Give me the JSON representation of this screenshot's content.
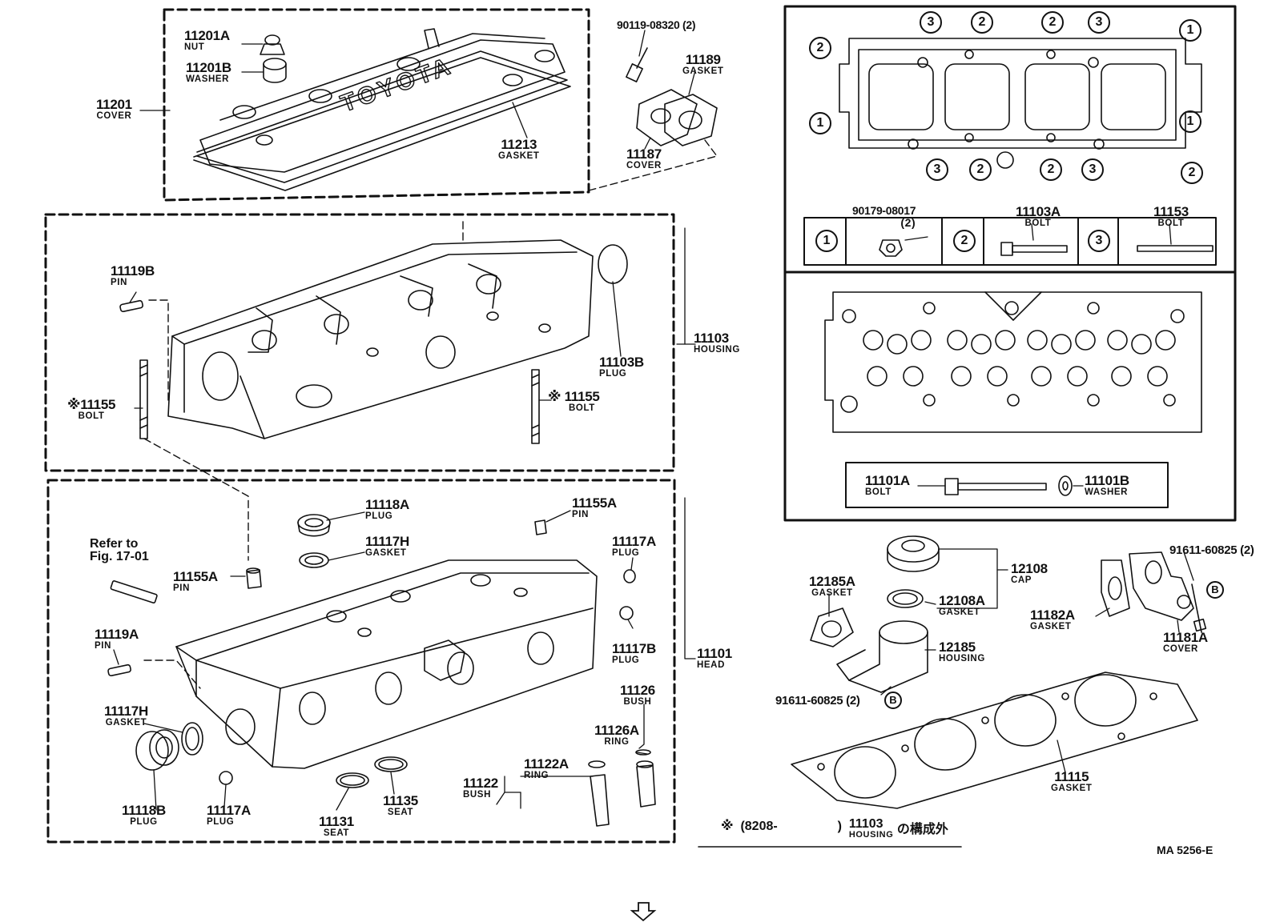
{
  "callouts": {
    "c11201a": {
      "num": "11201A",
      "name": "NUT"
    },
    "c11201b": {
      "num": "11201B",
      "name": "WASHER"
    },
    "c11201": {
      "num": "11201",
      "name": "COVER"
    },
    "c11213": {
      "num": "11213",
      "name": "GASKET"
    },
    "c90119": {
      "num": "90119-08320 (2)",
      "name": ""
    },
    "c11189": {
      "num": "11189",
      "name": "GASKET"
    },
    "c11187": {
      "num": "11187",
      "name": "COVER"
    },
    "c11119b": {
      "num": "11119B",
      "name": "PIN"
    },
    "c11155l": {
      "num": "※11155",
      "name": "BOLT"
    },
    "c11155r": {
      "num": "※ 11155",
      "name": "BOLT"
    },
    "c11103": {
      "num": "11103",
      "name": "HOUSING"
    },
    "c11103b": {
      "num": "11103B",
      "name": "PLUG"
    },
    "c11118a": {
      "num": "11118A",
      "name": "PLUG"
    },
    "c11117ht": {
      "num": "11117H",
      "name": "GASKET"
    },
    "c11155at": {
      "num": "11155A",
      "name": "PIN"
    },
    "c11155al": {
      "num": "11155A",
      "name": "PIN"
    },
    "c11117at": {
      "num": "11117A",
      "name": "PLUG"
    },
    "c11119a": {
      "num": "11119A",
      "name": "PIN"
    },
    "c11117b": {
      "num": "11117B",
      "name": "PLUG"
    },
    "c11101": {
      "num": "11101",
      "name": "HEAD"
    },
    "c11117hl": {
      "num": "11117H",
      "name": "GASKET"
    },
    "c11126": {
      "num": "11126",
      "name": "BUSH"
    },
    "c11126a": {
      "num": "11126A",
      "name": "RING"
    },
    "c11122a": {
      "num": "11122A",
      "name": "RING"
    },
    "c11122": {
      "num": "11122",
      "name": "BUSH"
    },
    "c11118b": {
      "num": "11118B",
      "name": "PLUG"
    },
    "c11117ab": {
      "num": "11117A",
      "name": "PLUG"
    },
    "c11131": {
      "num": "11131",
      "name": "SEAT"
    },
    "c11135": {
      "num": "11135",
      "name": "SEAT"
    },
    "c90179": {
      "num": "90179-08017",
      "name": "(2)"
    },
    "c11103a": {
      "num": "11103A",
      "name": "BOLT"
    },
    "c11153": {
      "num": "11153",
      "name": "BOLT"
    },
    "c11101a": {
      "num": "11101A",
      "name": "BOLT"
    },
    "c11101b": {
      "num": "11101B",
      "name": "WASHER"
    },
    "c12185a": {
      "num": "12185A",
      "name": "GASKET"
    },
    "c12108": {
      "num": "12108",
      "name": "CAP"
    },
    "c12108a": {
      "num": "12108A",
      "name": "GASKET"
    },
    "c12185": {
      "num": "12185",
      "name": "HOUSING"
    },
    "c91611t": {
      "num": "91611-60825 (2)",
      "name": ""
    },
    "c11182a": {
      "num": "11182A",
      "name": "GASKET"
    },
    "c11181a": {
      "num": "11181A",
      "name": "COVER"
    },
    "c91611b": {
      "num": "91611-60825 (2)",
      "name": ""
    },
    "c11115": {
      "num": "11115",
      "name": "GASKET"
    }
  },
  "refer": {
    "line1": "Refer to",
    "line2": "Fig. 17-01"
  },
  "cover_text": "TOYOTA",
  "markers": {
    "one": "1",
    "two": "2",
    "three": "3",
    "b": "B"
  },
  "note": {
    "mark": "※",
    "range": "(8208-",
    "close": ")",
    "num": "11103",
    "name": "HOUSING",
    "jp": "の構成外"
  },
  "ref_code": "MA 5256-E",
  "next_page_icon": "hollow-down-arrow-icon"
}
